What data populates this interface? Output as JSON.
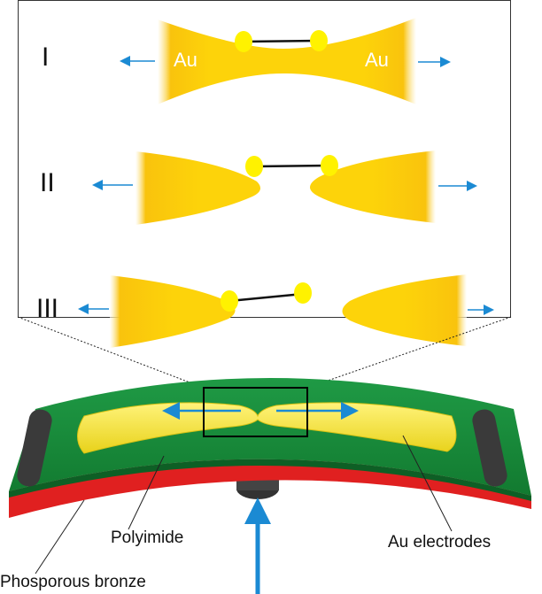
{
  "inset": {
    "stages": [
      {
        "label": "I"
      },
      {
        "label": "II"
      },
      {
        "label": "III"
      }
    ],
    "electrode_label_left": "Au",
    "electrode_label_right": "Au"
  },
  "labels": {
    "polyimide": "Polyimide",
    "au_electrodes": "Au electrodes",
    "substrate": "Phosporous bronze"
  },
  "colors": {
    "gold": "#fcd20a",
    "molecule": "#fff200",
    "arrow": "#1b8ad3",
    "polyimide": "#1a8f3c",
    "bronze": "#e02020"
  }
}
